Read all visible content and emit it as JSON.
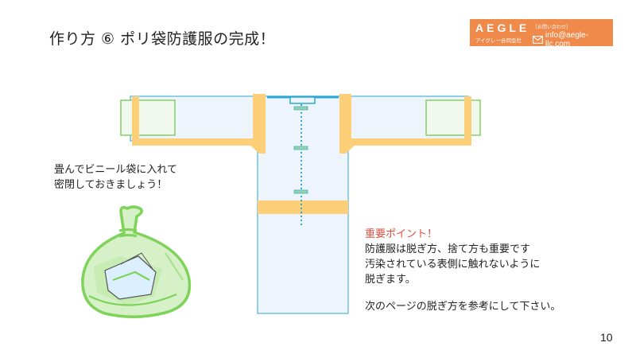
{
  "slide": {
    "title": "作り方 ⑥ ポリ袋防護服の完成！",
    "page_number": "10"
  },
  "logo": {
    "name": "AEGLE",
    "company": "アイグレー合同会社",
    "contact_label": "［お問い合わせ］",
    "email": "info@aegle-llc.com",
    "colors": {
      "background": "#ef8a4b",
      "text": "#ffffff"
    }
  },
  "note_left": {
    "lines": [
      "畳んでビニール袋に入れて",
      "密閉しておきましょう！"
    ]
  },
  "important": {
    "heading": "重要ポイント！",
    "lines": [
      "防護服は脱ぎ方、捨て方も重要です",
      "汚染されている表側に触れないように",
      "脱ぎます。"
    ],
    "next_instruction": "次のページの脱ぎ方を参考にして下さい。",
    "heading_color": "#e64b3c"
  },
  "illustration": {
    "colors": {
      "garment_fill": "#eef4fb",
      "garment_outline": "#4fb3d9",
      "tape": "#fccf78",
      "glove": "#7ccd58",
      "zipper": "#2aa8d8",
      "button": "#8fd3b8",
      "bag": "#7fd25a"
    }
  }
}
